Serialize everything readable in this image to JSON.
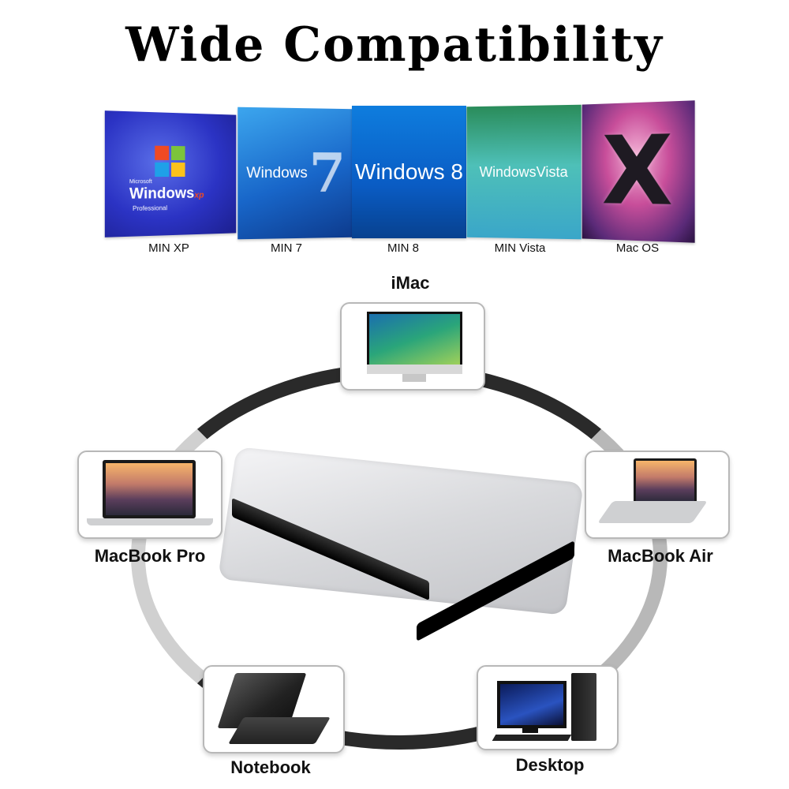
{
  "title": "Wide Compatibility",
  "os_panels": {
    "xp": {
      "brand_small": "Microsoft",
      "brand": "Windows",
      "sup": "xp",
      "edition": "Professional",
      "label": "MIN XP"
    },
    "win7": {
      "brand": "Windows",
      "numeral": "7",
      "label": "MIN 7"
    },
    "win8": {
      "brand": "Windows 8",
      "label": "MIN 8"
    },
    "vista": {
      "brand": "WindowsVista",
      "label": "MIN Vista"
    },
    "mac": {
      "mark": "X",
      "label": "Mac OS"
    }
  },
  "devices": {
    "imac": "iMac",
    "macbook_pro": "MacBook Pro",
    "macbook_air": "MacBook Air",
    "notebook": "Notebook",
    "desktop": "Desktop"
  }
}
